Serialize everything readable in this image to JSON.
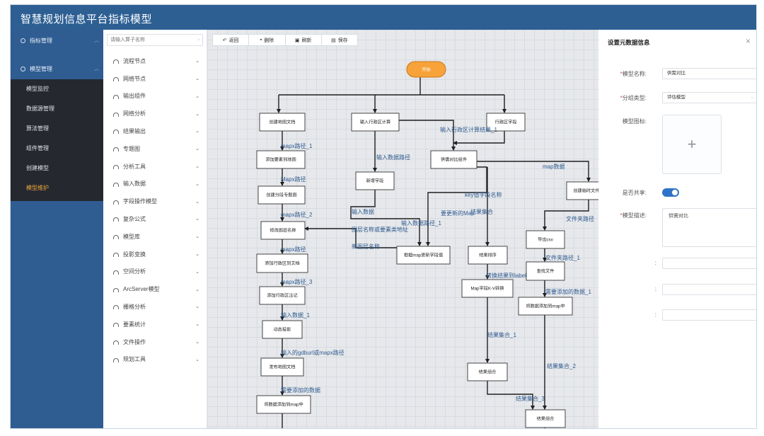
{
  "header": {
    "title": "智慧规划信息平台指标模型"
  },
  "sidebar": {
    "top_items": [
      {
        "label": "指标管理",
        "icon": "pin-icon"
      },
      {
        "label": "模型管理",
        "icon": "pin-icon"
      }
    ],
    "sub_items": [
      {
        "label": "模型监控",
        "active": false
      },
      {
        "label": "数据源管理",
        "active": false
      },
      {
        "label": "算法管理",
        "active": false
      },
      {
        "label": "组件管理",
        "active": false
      },
      {
        "label": "创建模型",
        "active": false
      },
      {
        "label": "模型维护",
        "active": true
      }
    ],
    "active_color": "#f0a93c"
  },
  "panel": {
    "search_placeholder": "请输入算子名称",
    "categories": [
      "流程节点",
      "网络节点",
      "输出组件",
      "网络分析",
      "结果输出",
      "专题图",
      "分析工具",
      "输入数据",
      "字段操作模型",
      "复杂公式",
      "模型库",
      "投影变换",
      "空间分析",
      "ArcServer模型",
      "栅格分析",
      "要素统计",
      "文件操作",
      "规划工具"
    ]
  },
  "toolbar": {
    "back": "返回",
    "delete": "删除",
    "refresh": "刷新",
    "save": "保存"
  },
  "flow": {
    "start": "开始",
    "start_color": "#f7a33a",
    "nodes": {
      "create_map_doc": "创建地图文档",
      "input_admin_calc": "输入行政区计算",
      "admin_field": "行政区字段",
      "add_element_to_map": "添加要素到地图",
      "supply_demand": "供需对比组件",
      "new_field": "新增字段",
      "create_temp_folder": "创建临时文件夹",
      "create_segment_map": "创建分段专题图",
      "modify_layer_name": "修改图层名称",
      "export_csv": "导出csv",
      "update_field_by_map": "根据map更新字段值",
      "sort_results": "结果排序",
      "add_admin_to_doc": "添加行政区到文档",
      "find_file": "查找文件",
      "map_field_kv": "Map字段K-V转换",
      "add_admin_annotation": "添加行政区注记",
      "add_data_to_map": "将数据添加到map中",
      "dynamic_projection": "动态投影",
      "publish_map_doc": "发布地图文档",
      "merge_results_1": "结果组合",
      "add_data_to_map_2": "将数据添加到map中",
      "merge_results_2": "结果组合"
    },
    "edge_labels": {
      "mapx_path_1": "mapx路径_1",
      "input_admin_result_1": "输入行政区计算结果_1",
      "input_data_path": "输入数据路径",
      "mapx_path": "Mapx路径",
      "map_data": "map数据",
      "mapx_path_2": "mapx路径_2",
      "key_field_name": "key值字段名称",
      "input_data": "输入数据",
      "map_to_update": "要更新的Map",
      "result_set": "结果集合",
      "folder_path": "文件夹路径",
      "input_data_path_1": "输入数据路径_1",
      "layer_name_or_address": "图层名称或要素类地址",
      "new_layer_name": "新图层名称",
      "mapx_path_alt": "mapx路径",
      "folder_path_1": "文件夹路径_1",
      "mapx_path_3": "mapx路径_3",
      "convert_to_label": "转换结果到label",
      "data_to_add_1": "需要添加的数据_1",
      "input_data_1": "输入数据_1",
      "result_set_1": "结果集合_1",
      "input_gdb_or_mapx": "输入的gdburl或mapx路径",
      "result_set_2": "结果集合_2",
      "data_to_add": "需要添加的数据",
      "result_set_3": "结果集合_3"
    }
  },
  "props": {
    "title": "设置元数据信息",
    "close": "×",
    "name_label": "模型名称:",
    "name_value": "供需对比",
    "group_label": "分组类型:",
    "group_value": "评估模型",
    "icon_label": "模型图标:",
    "upload_glyph": "+",
    "share_label": "是否共享:",
    "share_on": true,
    "share_color": "#2f73c8",
    "desc_label": "模型描述:",
    "desc_value": "供需对比",
    "extra_colon": ":"
  }
}
